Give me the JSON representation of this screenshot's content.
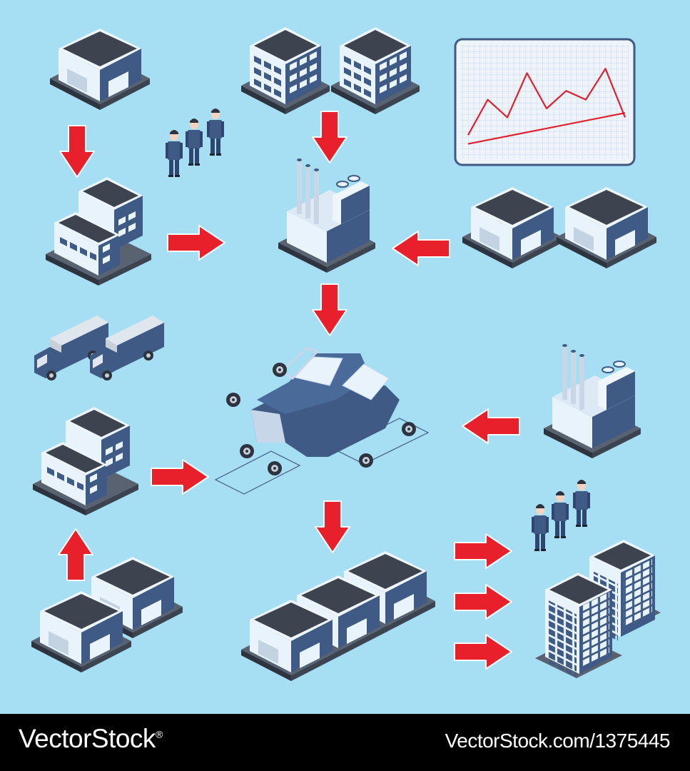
{
  "colors": {
    "background": "#a6def3",
    "building_wall_light": "#e8f3fb",
    "building_wall_dark": "#3f5b85",
    "roof": "#3d4450",
    "arrow": "#e8202b",
    "chart_line": "#e02030",
    "footer": "#000000"
  },
  "icons": [
    "warehouse-icon",
    "office-building-icon",
    "factory-icon",
    "car-assembly-icon",
    "truck-icon",
    "workers-icon",
    "chart-board-icon",
    "arrow-icon"
  ],
  "chart_board": {
    "type": "line",
    "series": [
      {
        "values": [
          2,
          6,
          4,
          9,
          5,
          7,
          6,
          9.5,
          4
        ]
      },
      {
        "values": [
          1,
          2,
          3,
          4,
          5
        ]
      }
    ]
  },
  "footer": {
    "brand": "VectorStock",
    "brand_mark": "®",
    "image_id": "VectorStock.com/1375445"
  }
}
